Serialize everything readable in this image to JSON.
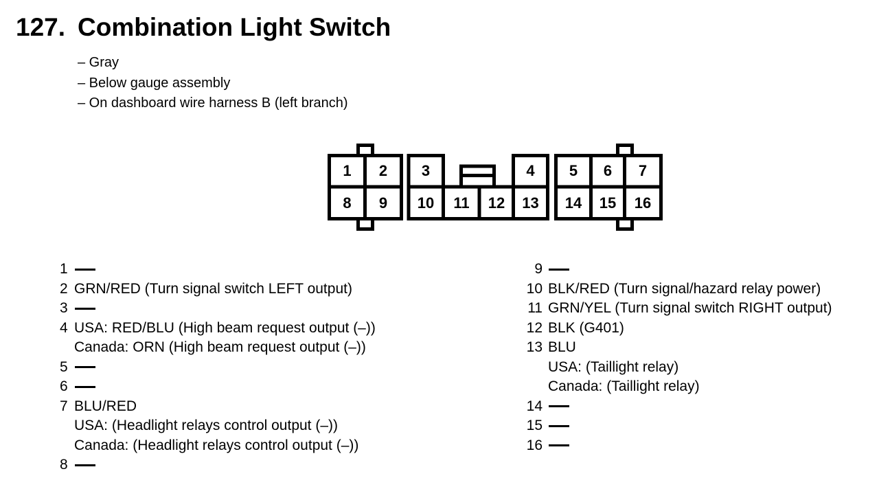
{
  "colors": {
    "ink": "#000000",
    "paper": "#ffffff"
  },
  "header": {
    "item_number": "127.",
    "title": "Combination Light Switch",
    "bullets": [
      "– Gray",
      "– Below gauge assembly",
      "– On dashboard wire harness B (left branch)"
    ]
  },
  "connector": {
    "cells": [
      "1",
      "2",
      "3",
      "4",
      "5",
      "6",
      "7",
      "8",
      "9",
      "10",
      "11",
      "12",
      "13",
      "14",
      "15",
      "16"
    ]
  },
  "pins_left": [
    {
      "num": "1",
      "lines": [
        {
          "type": "dash"
        }
      ]
    },
    {
      "num": "2",
      "lines": [
        {
          "type": "text",
          "text": "GRN/RED (Turn signal switch LEFT output)"
        }
      ]
    },
    {
      "num": "3",
      "lines": [
        {
          "type": "dash"
        }
      ]
    },
    {
      "num": "4",
      "lines": [
        {
          "type": "text",
          "text": "USA: RED/BLU (High beam request output (–))"
        },
        {
          "type": "text",
          "text": "Canada: ORN (High beam request output (–))"
        }
      ]
    },
    {
      "num": "5",
      "lines": [
        {
          "type": "dash"
        }
      ]
    },
    {
      "num": "6",
      "lines": [
        {
          "type": "dash"
        }
      ]
    },
    {
      "num": "7",
      "lines": [
        {
          "type": "text",
          "text": "BLU/RED"
        },
        {
          "type": "text",
          "text": "USA: (Headlight relays control output (–))"
        },
        {
          "type": "text",
          "text": "Canada: (Headlight relays control output (–))"
        }
      ]
    },
    {
      "num": "8",
      "lines": [
        {
          "type": "dash"
        }
      ]
    }
  ],
  "pins_right": [
    {
      "num": "9",
      "lines": [
        {
          "type": "dash"
        }
      ]
    },
    {
      "num": "10",
      "lines": [
        {
          "type": "text",
          "text": "BLK/RED (Turn signal/hazard relay power)"
        }
      ]
    },
    {
      "num": "11",
      "lines": [
        {
          "type": "text",
          "text": "GRN/YEL (Turn signal switch RIGHT output)"
        }
      ]
    },
    {
      "num": "12",
      "lines": [
        {
          "type": "text",
          "text": "BLK (G401)"
        }
      ]
    },
    {
      "num": "13",
      "lines": [
        {
          "type": "text",
          "text": "BLU"
        },
        {
          "type": "text",
          "text": "USA: (Taillight relay)"
        },
        {
          "type": "text",
          "text": "Canada: (Taillight relay)"
        }
      ]
    },
    {
      "num": "14",
      "lines": [
        {
          "type": "dash"
        }
      ]
    },
    {
      "num": "15",
      "lines": [
        {
          "type": "dash"
        }
      ]
    },
    {
      "num": "16",
      "lines": [
        {
          "type": "dash"
        }
      ]
    }
  ]
}
